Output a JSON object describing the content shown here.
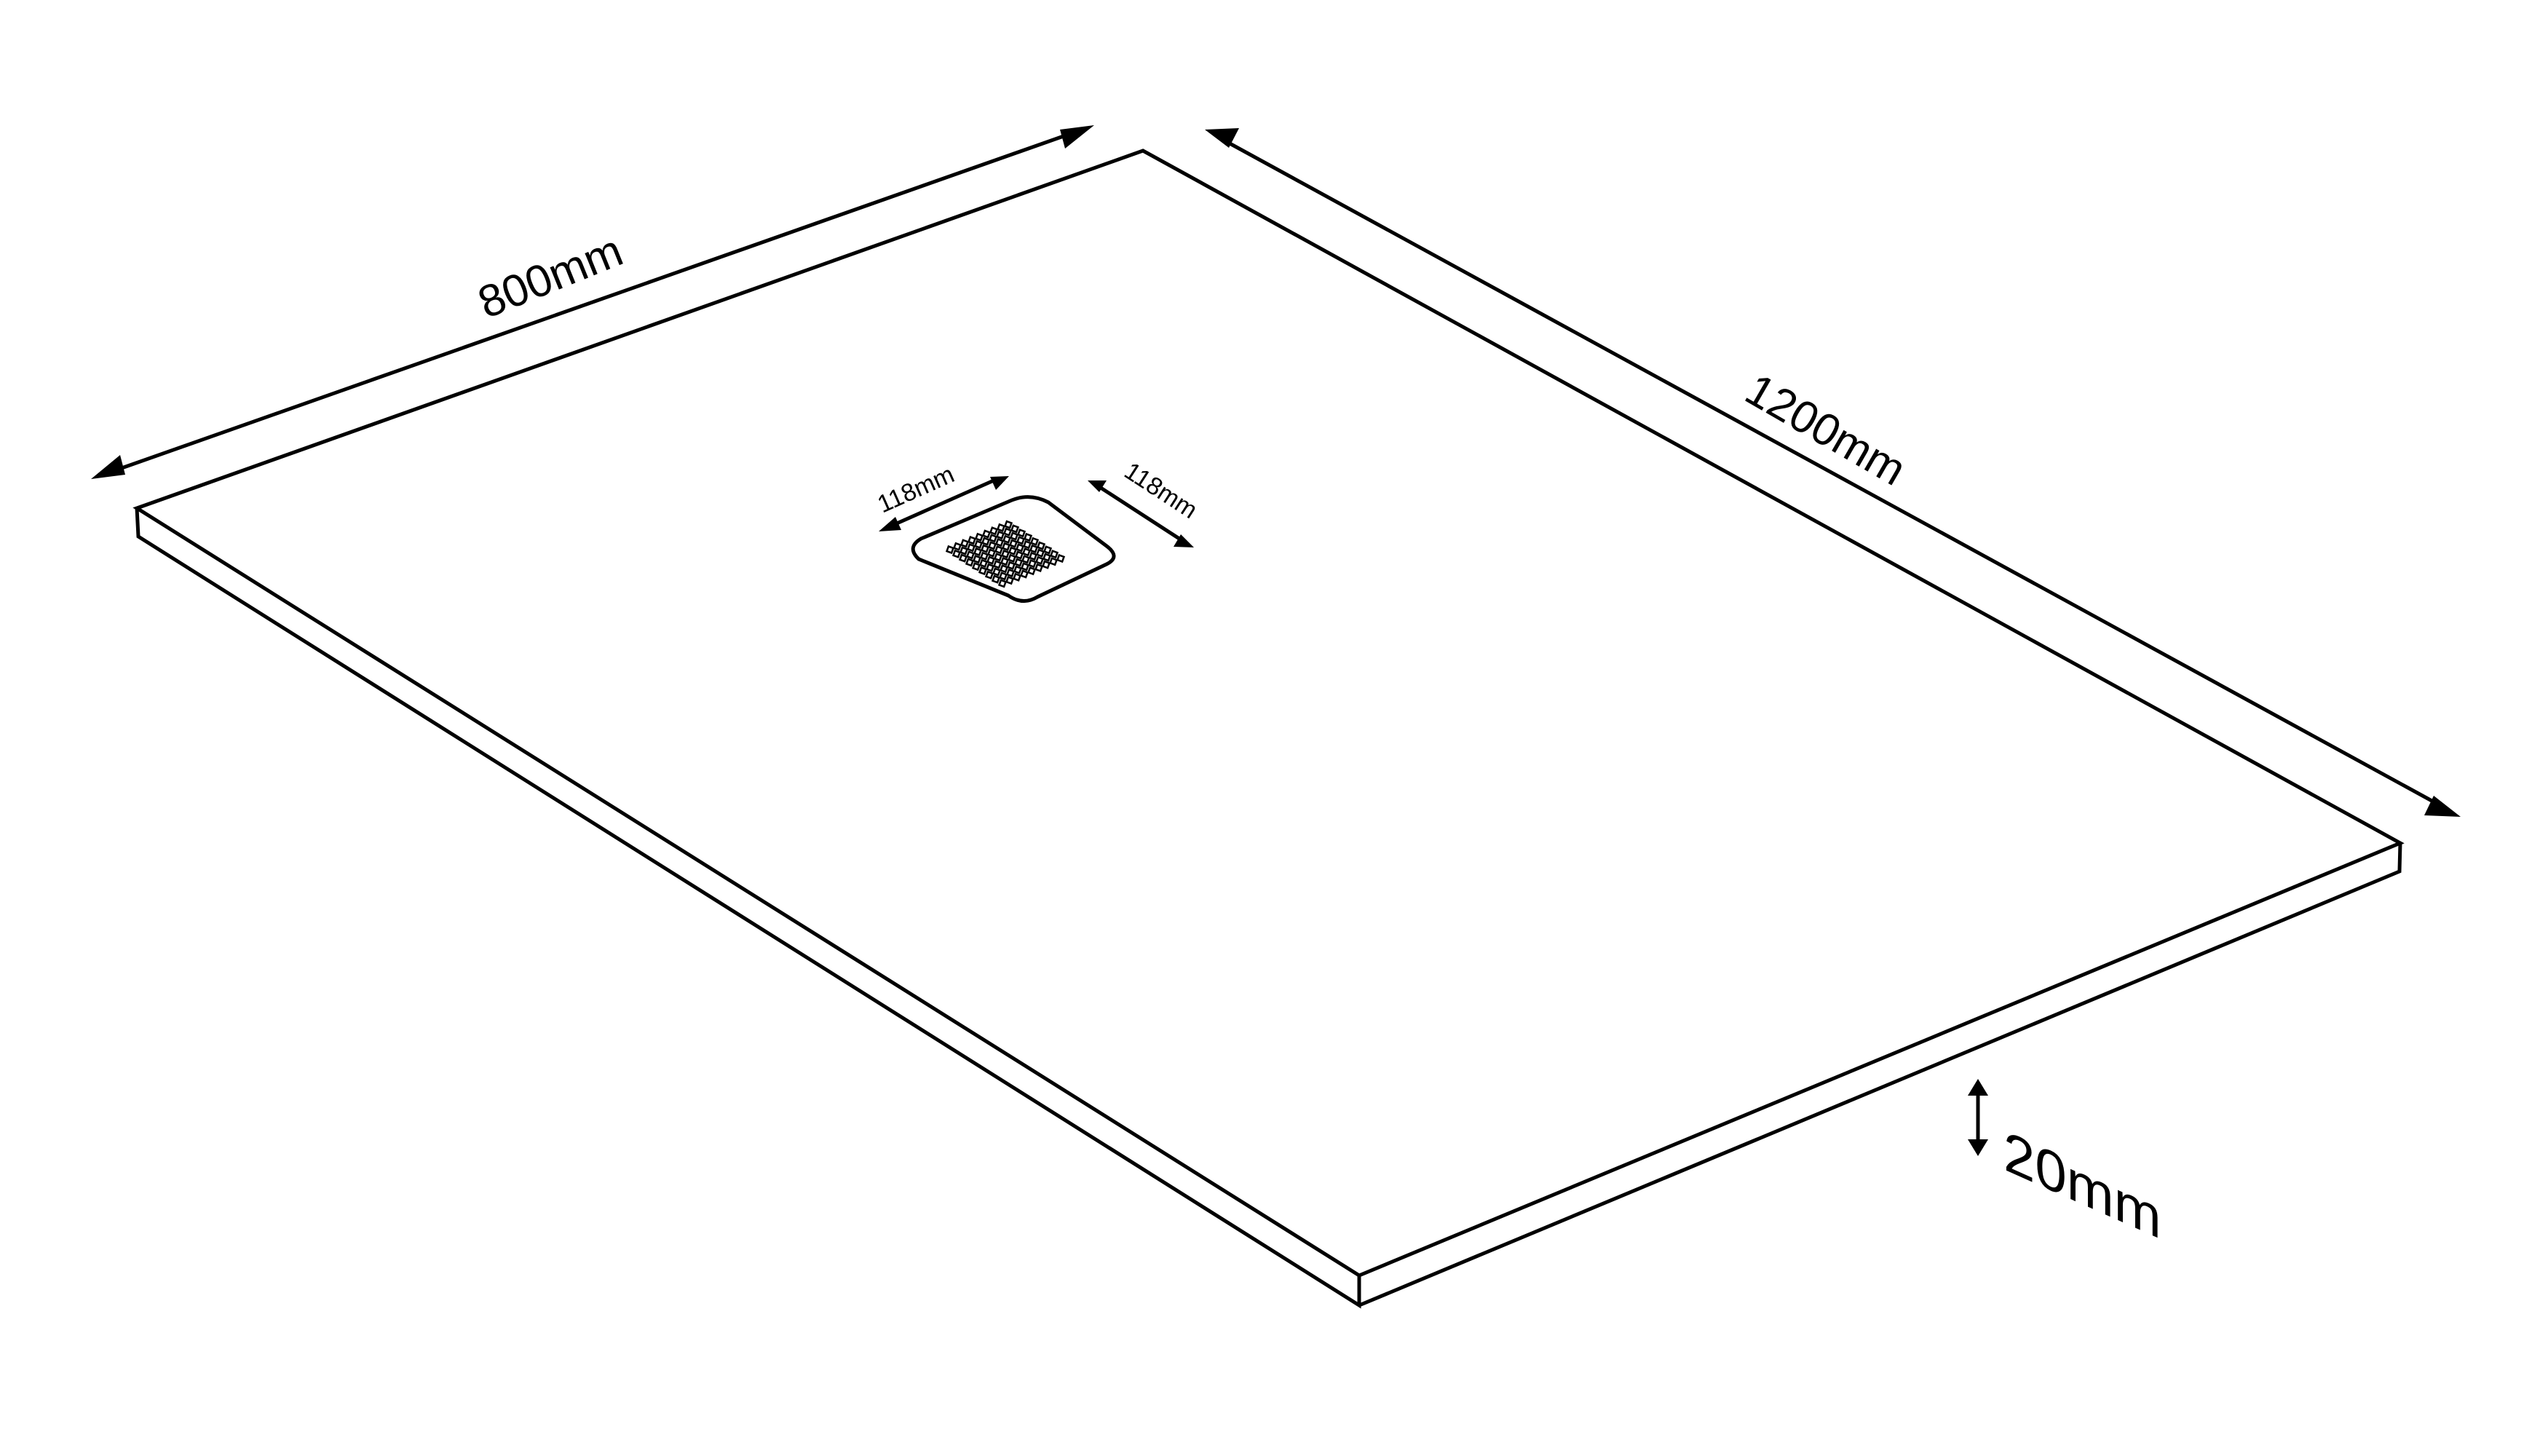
{
  "diagram": {
    "subject": "rectangular shower tray with square drain",
    "colors": {
      "line": "#000000",
      "background": "#ffffff"
    },
    "dimensions": {
      "width_label": "800mm",
      "length_label": "1200mm",
      "thickness_label": "20mm",
      "drain_width_label": "118mm",
      "drain_length_label": "118mm"
    }
  }
}
